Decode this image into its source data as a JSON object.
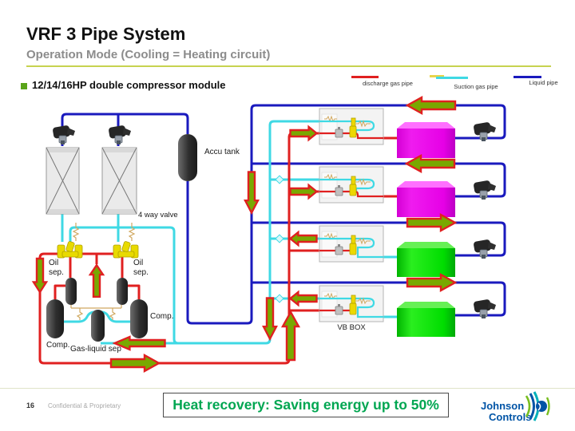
{
  "slide": {
    "title": "VRF 3 Pipe System",
    "subtitle": "Operation Mode (Cooling = Heating circuit)",
    "bullet": "12/14/16HP double compressor module"
  },
  "legend": {
    "discharge_label": "discharge gas pipe",
    "suction_label": "Suction gas  pipe",
    "liquid_label": "Liquid pipe"
  },
  "diagram_labels": {
    "accu_tank": "Accu tank",
    "four_way_valve": "4 way valve",
    "oil_sep_left": "Oil sep.",
    "oil_sep_right": "Oil sep.",
    "comp_left": "Comp.",
    "comp_right": "Comp.",
    "gas_liquid_sep": "Gas-liquid sep",
    "vb_box": "VB BOX"
  },
  "colors": {
    "discharge_pipe": "#e02020",
    "suction_pipe": "#3fd9e4",
    "liquid_pipe": "#1a1abe",
    "oil_pipe": "#d0a860",
    "arrow_fill": "#79a800",
    "arrow_outline": "#e02020",
    "heating_unit": "#e600e6",
    "cooling_unit": "#00dd00",
    "accent_line": "#c7d34f",
    "banner_text": "#00a651",
    "logo_blue": "#0054a6"
  },
  "footer": {
    "page_number": "16",
    "confidential": "Confidential & Proprietary",
    "banner": "Heat recovery: Saving energy up to 50%",
    "logo_line1": "Johnson",
    "logo_line2": "Controls"
  }
}
